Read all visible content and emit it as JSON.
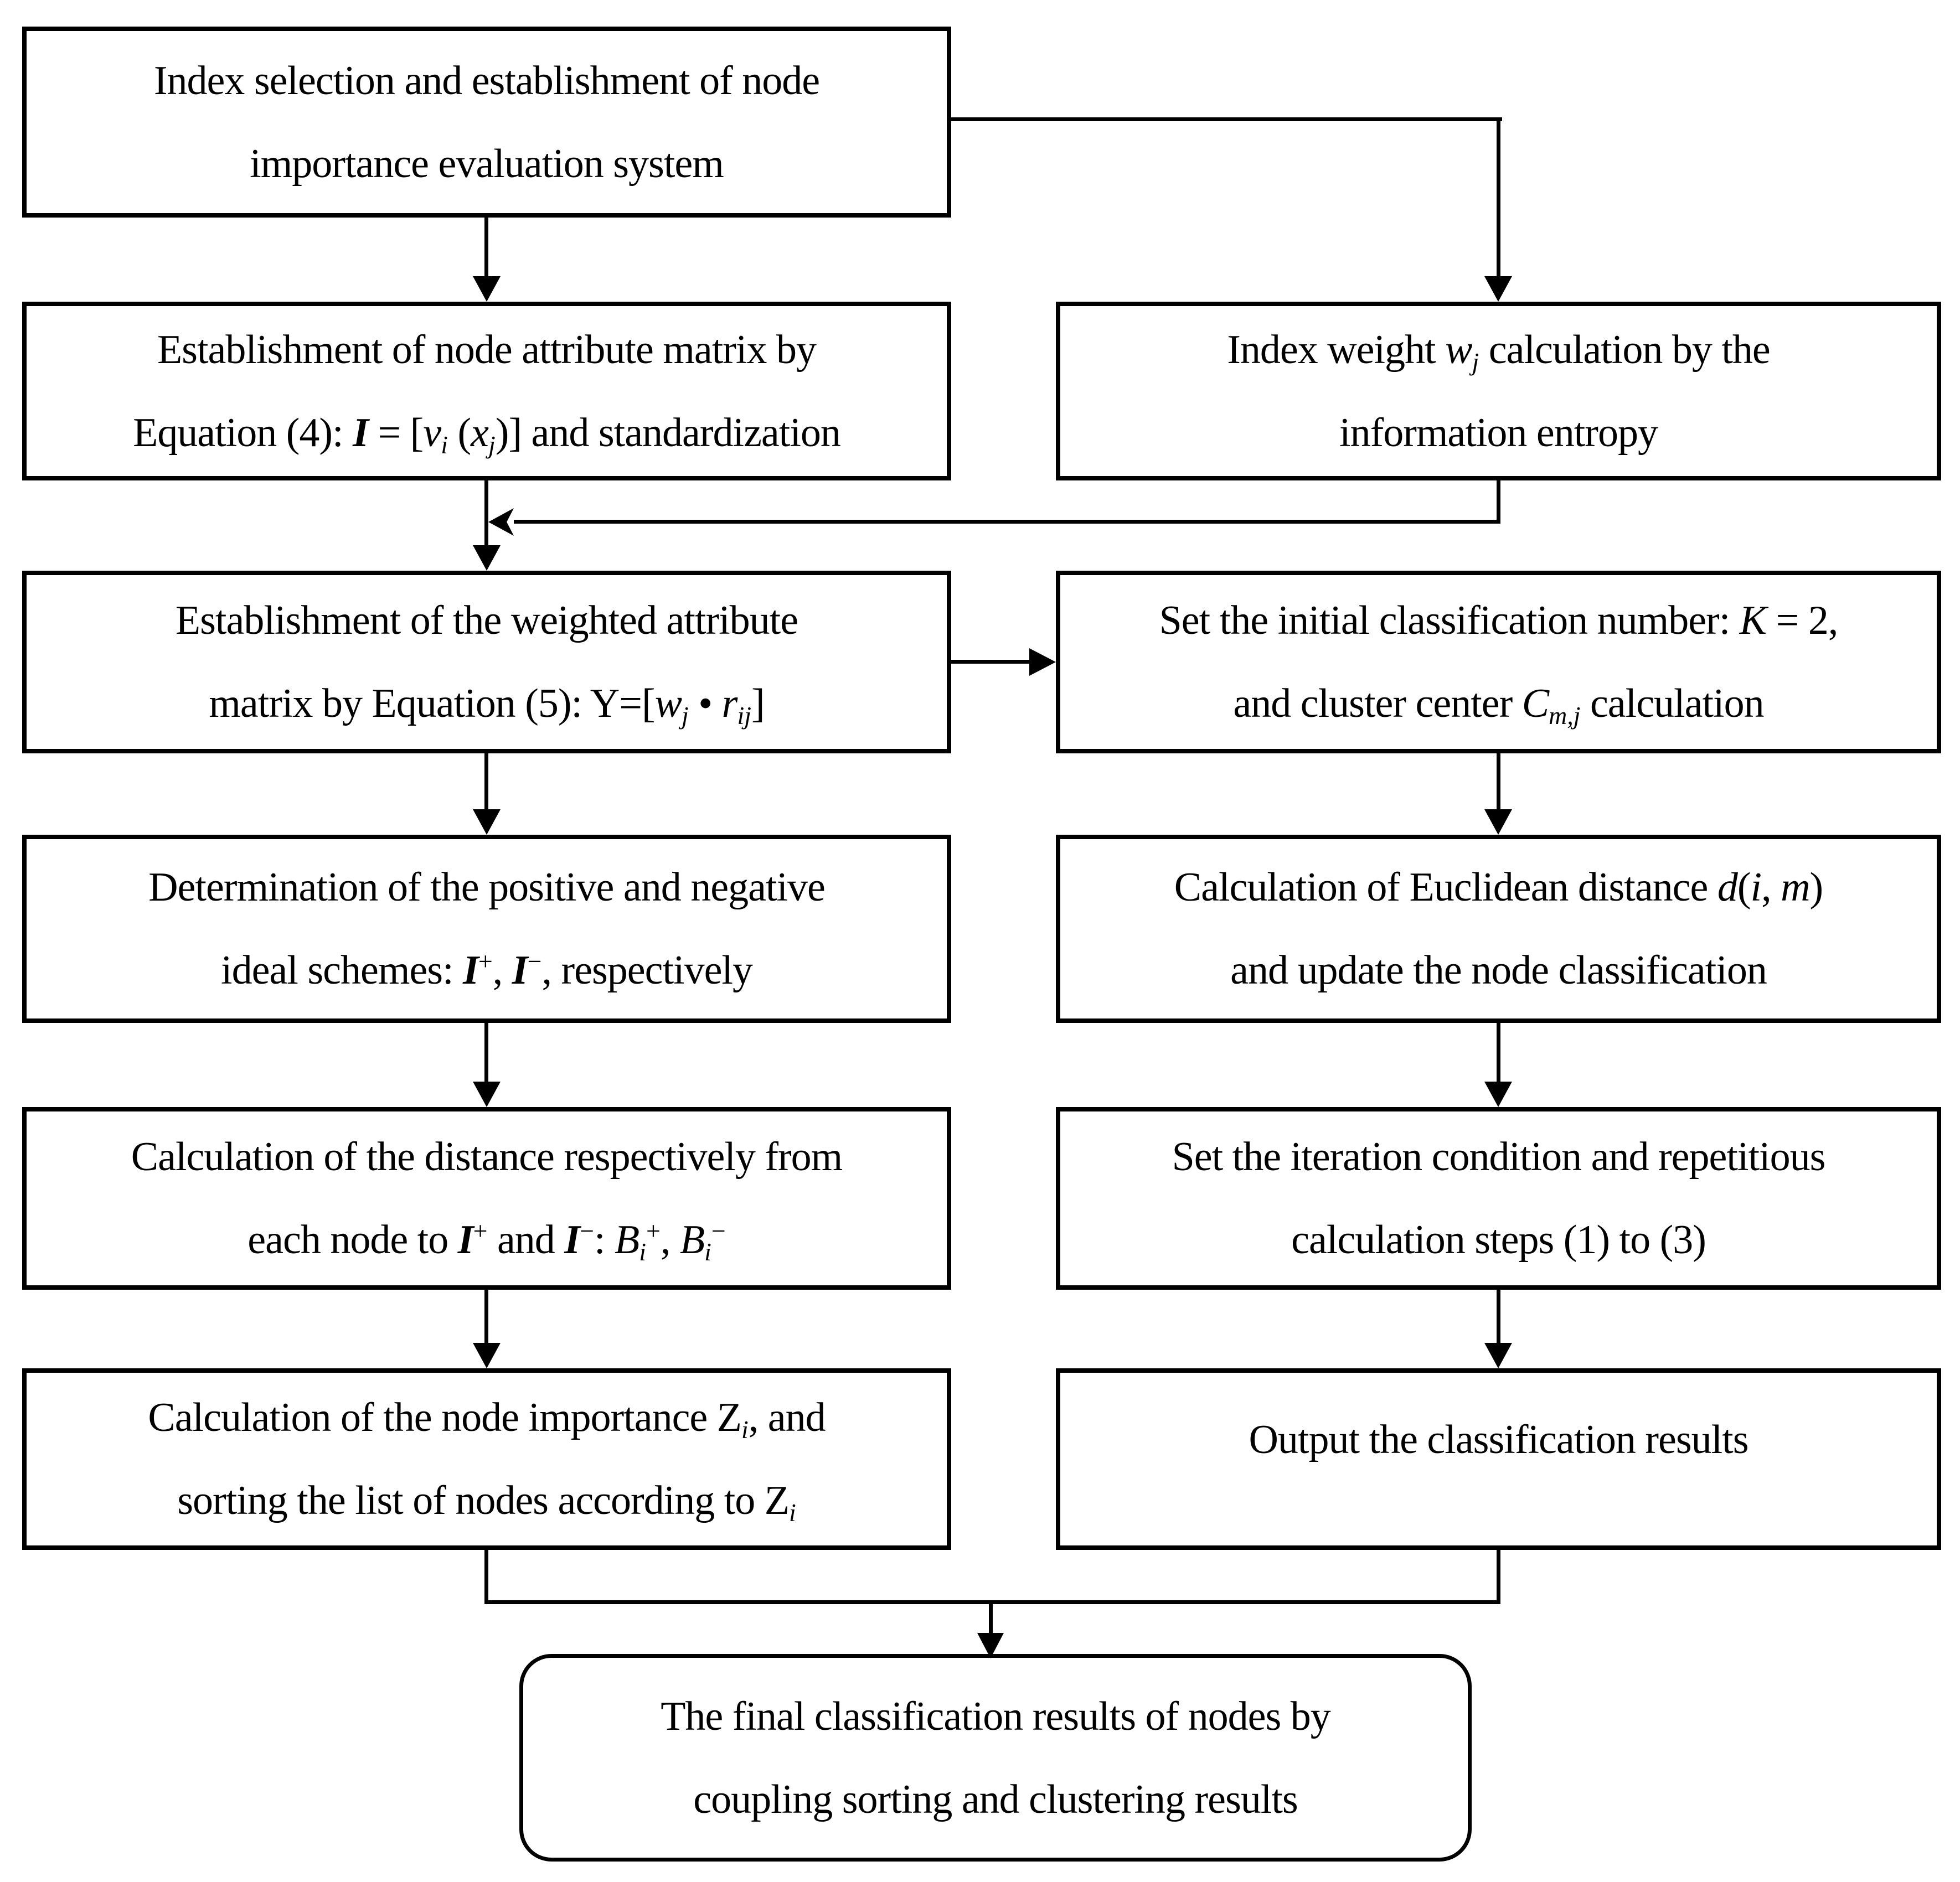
{
  "colors": {
    "background": "#ffffff",
    "line": "#000000",
    "text": "#000000"
  },
  "nodes": {
    "index_selection": {
      "lines": [
        [
          {
            "t": "Index selection and establishment of node"
          }
        ],
        [
          {
            "t": "importance evaluation system"
          }
        ]
      ]
    },
    "attribute_matrix": {
      "lines": [
        [
          {
            "t": "Establishment of node attribute matrix by"
          }
        ],
        [
          {
            "t": "Equation (4): "
          },
          {
            "t": "I",
            "c": "b i"
          },
          {
            "t": " = ["
          },
          {
            "t": "v",
            "c": "i"
          },
          {
            "t": "i",
            "c": "i sub"
          },
          {
            "t": " ("
          },
          {
            "t": "x",
            "c": "i"
          },
          {
            "t": "j",
            "c": "i sub"
          },
          {
            "t": ")] and standardization"
          }
        ]
      ]
    },
    "index_weight": {
      "lines": [
        [
          {
            "t": "Index weight "
          },
          {
            "t": "w",
            "c": "i"
          },
          {
            "t": "j",
            "c": "i sub"
          },
          {
            "t": " calculation by the"
          }
        ],
        [
          {
            "t": "information entropy"
          }
        ]
      ]
    },
    "weighted_matrix": {
      "lines": [
        [
          {
            "t": "Establishment of the weighted attribute"
          }
        ],
        [
          {
            "t": "matrix by Equation (5): Y=["
          },
          {
            "t": "w",
            "c": "i"
          },
          {
            "t": "j",
            "c": "i sub"
          },
          {
            "t": " • "
          },
          {
            "t": "r",
            "c": "i"
          },
          {
            "t": "ij",
            "c": "i sub"
          },
          {
            "t": "]"
          }
        ]
      ]
    },
    "initial_classification": {
      "lines": [
        [
          {
            "t": "Set the initial classification number: "
          },
          {
            "t": "K",
            "c": "i"
          },
          {
            "t": " = 2,"
          }
        ],
        [
          {
            "t": "and cluster center "
          },
          {
            "t": "C",
            "c": "i"
          },
          {
            "t": "m,j",
            "c": "i sub"
          },
          {
            "t": " calculation"
          }
        ]
      ]
    },
    "ideal_schemes": {
      "lines": [
        [
          {
            "t": "Determination of the positive and negative"
          }
        ],
        [
          {
            "t": "ideal schemes: "
          },
          {
            "t": "I",
            "c": "b i"
          },
          {
            "t": "+",
            "c": "sup"
          },
          {
            "t": ", "
          },
          {
            "t": "I",
            "c": "b i"
          },
          {
            "t": "−",
            "c": "sup"
          },
          {
            "t": ", respectively"
          }
        ]
      ]
    },
    "euclidean_distance": {
      "lines": [
        [
          {
            "t": "Calculation of Euclidean distance "
          },
          {
            "t": "d",
            "c": "i"
          },
          {
            "t": "("
          },
          {
            "t": "i",
            "c": "i"
          },
          {
            "t": ", "
          },
          {
            "t": "m",
            "c": "i"
          },
          {
            "t": ")"
          }
        ],
        [
          {
            "t": "and update the node classification"
          }
        ]
      ]
    },
    "distance_calculation": {
      "lines": [
        [
          {
            "t": "Calculation of the distance respectively from"
          }
        ],
        [
          {
            "t": "each node to "
          },
          {
            "t": "I",
            "c": "b i"
          },
          {
            "t": "+",
            "c": "sup"
          },
          {
            "t": " and "
          },
          {
            "t": "I",
            "c": "b i"
          },
          {
            "t": "−",
            "c": "sup"
          },
          {
            "t": ": "
          },
          {
            "t": "B",
            "c": "i"
          },
          {
            "t": "i",
            "c": "i sub"
          },
          {
            "t": "+",
            "c": "sup"
          },
          {
            "t": ", "
          },
          {
            "t": "B",
            "c": "i"
          },
          {
            "t": "i",
            "c": "i sub"
          },
          {
            "t": "−",
            "c": "sup"
          }
        ]
      ]
    },
    "iteration_condition": {
      "lines": [
        [
          {
            "t": "Set the iteration condition and repetitious"
          }
        ],
        [
          {
            "t": "calculation steps (1) to (3)"
          }
        ]
      ]
    },
    "node_importance": {
      "lines": [
        [
          {
            "t": "Calculation of the node importance Z"
          },
          {
            "t": "i",
            "c": "i sub"
          },
          {
            "t": ", and"
          }
        ],
        [
          {
            "t": "sorting the list of nodes according to Z"
          },
          {
            "t": "i",
            "c": "i sub"
          }
        ]
      ]
    },
    "output_results": {
      "lines": [
        [
          {
            "t": "Output the classification results"
          }
        ]
      ]
    },
    "final_results": {
      "lines": [
        [
          {
            "t": "The final classification results of nodes by"
          }
        ],
        [
          {
            "t": "coupling sorting and clustering results"
          }
        ]
      ]
    }
  }
}
